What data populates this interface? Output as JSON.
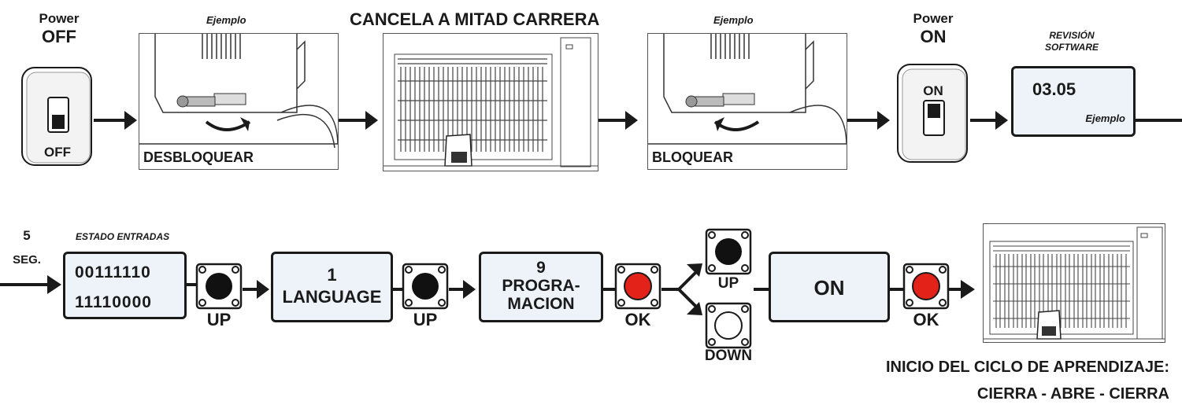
{
  "row1": {
    "power_off": {
      "word": "Power",
      "state": "OFF",
      "switch_label": "OFF"
    },
    "ejemplo_1": "Ejemplo",
    "unlock_label": "DESBLOQUEAR",
    "gate_title": "CANCELA A MITAD CARRERA",
    "ejemplo_2": "Ejemplo",
    "lock_label": "BLOQUEAR",
    "power_on": {
      "word": "Power",
      "state": "ON",
      "switch_label": "ON"
    },
    "software": {
      "title_line1": "REVISIÓN",
      "title_line2": "SOFTWARE",
      "version": "03.05",
      "note": "Ejemplo"
    }
  },
  "row2": {
    "delay_num": "5",
    "delay_unit": "SEG.",
    "inputs_title": "ESTADO ENTRADAS",
    "inputs_line1": "00111110",
    "inputs_line2": "11110000",
    "btn1_label": "UP",
    "menu1_num": "1",
    "menu1_text": "LANGUAGE",
    "btn2_label": "UP",
    "menu2_num": "9",
    "menu2_line1": "PROGRA-",
    "menu2_line2": "MACION",
    "btn3_label": "OK",
    "up_label": "UP",
    "down_label": "DOWN",
    "on_display": "ON",
    "btn4_label": "OK",
    "footer_line1": "INICIO DEL CICLO DE APRENDIZAJE:",
    "footer_line2": "CIERRA - ABRE - CIERRA"
  },
  "colors": {
    "button_red": "#e32219",
    "button_black": "#111111",
    "lcd_fill": "#eef3fa"
  }
}
